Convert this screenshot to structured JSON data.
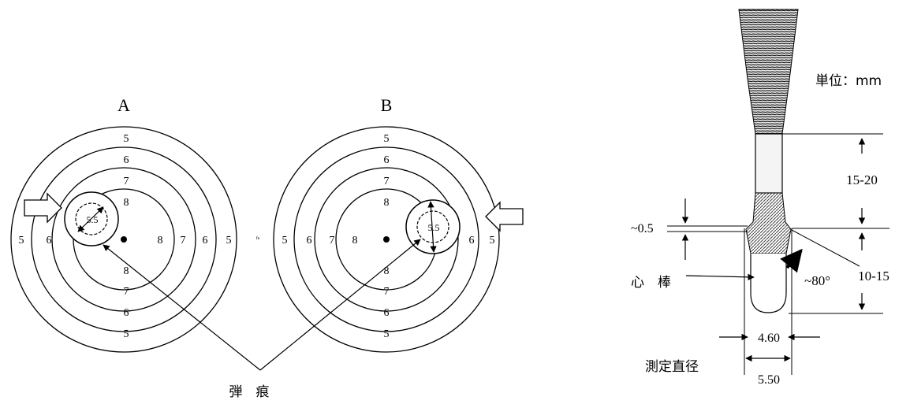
{
  "figure": {
    "target_a": {
      "label": "A",
      "ring_scores": [
        "5",
        "6",
        "7",
        "8"
      ],
      "hole_score": "5.5"
    },
    "target_b": {
      "label": "B",
      "ring_scores": [
        "5",
        "6",
        "7",
        "8"
      ],
      "hole_score": "5.5"
    },
    "bullet_hole_label": "弾　痕",
    "tiny_mark": "fs",
    "gauge": {
      "unit_label": "単位：mm",
      "dims": {
        "top_section": "15-20",
        "ledge": "~0.5",
        "lower_section": "10-15",
        "angle": "~80°",
        "inner_diameter": "4.60",
        "outer_diameter": "5.50"
      },
      "mandrel_label": "心　棒",
      "measure_label": "測定直径"
    }
  }
}
